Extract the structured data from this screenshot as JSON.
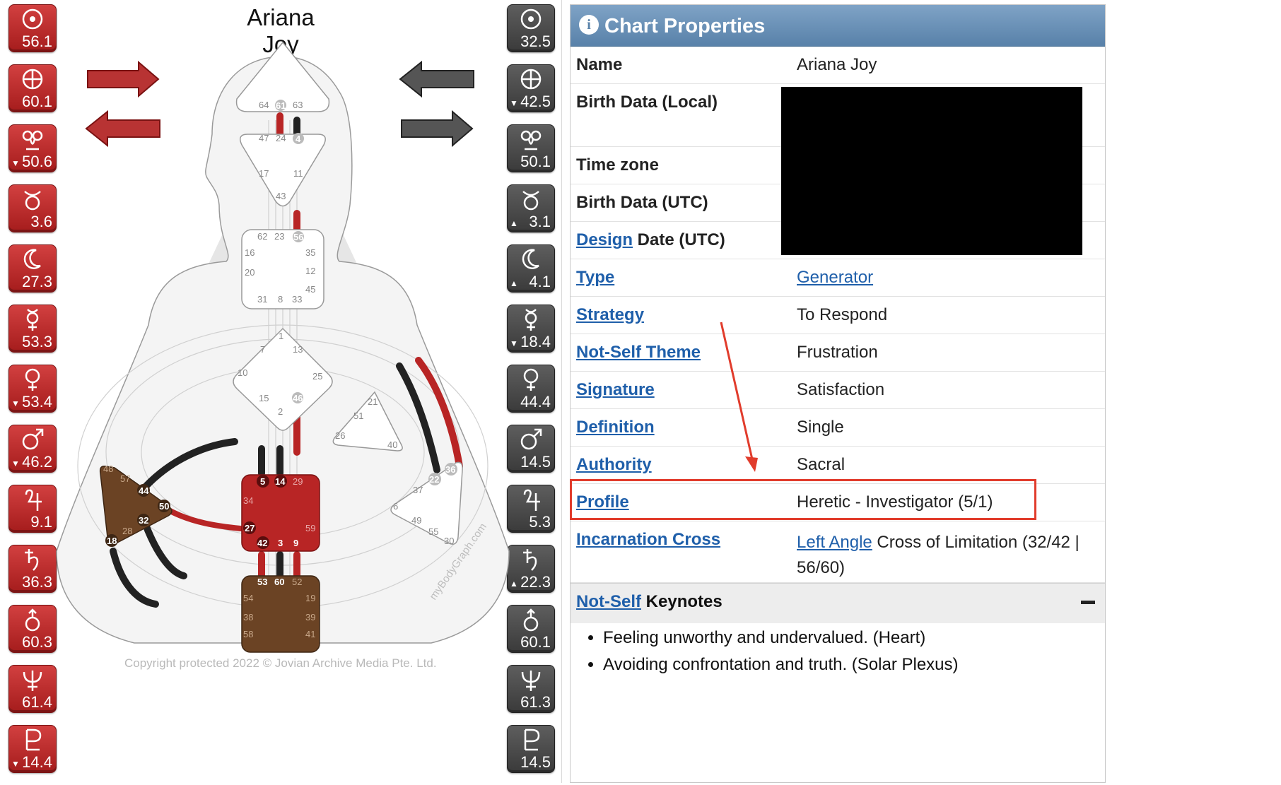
{
  "chart": {
    "title": "Ariana Joy",
    "copyright": "Copyright protected 2022 © Jovian Archive Media Pte. Ltd.",
    "watermark": "myBodyGraph.com"
  },
  "personality_planets": [
    {
      "icon": "sun-icon",
      "value": "56.1",
      "arrow": ""
    },
    {
      "icon": "earth-icon",
      "value": "60.1",
      "arrow": ""
    },
    {
      "icon": "north-node-icon",
      "value": "50.6",
      "arrow": "▼"
    },
    {
      "icon": "south-node-icon",
      "value": "3.6",
      "arrow": ""
    },
    {
      "icon": "moon-icon",
      "value": "27.3",
      "arrow": ""
    },
    {
      "icon": "mercury-icon",
      "value": "53.3",
      "arrow": ""
    },
    {
      "icon": "venus-icon",
      "value": "53.4",
      "arrow": "▼"
    },
    {
      "icon": "mars-icon",
      "value": "46.2",
      "arrow": "▼"
    },
    {
      "icon": "jupiter-icon",
      "value": "9.1",
      "arrow": ""
    },
    {
      "icon": "saturn-icon",
      "value": "36.3",
      "arrow": ""
    },
    {
      "icon": "uranus-icon",
      "value": "60.3",
      "arrow": ""
    },
    {
      "icon": "neptune-icon",
      "value": "61.4",
      "arrow": ""
    },
    {
      "icon": "pluto-icon",
      "value": "14.4",
      "arrow": "▼"
    }
  ],
  "design_planets": [
    {
      "icon": "sun-icon",
      "value": "32.5",
      "arrow": ""
    },
    {
      "icon": "earth-icon",
      "value": "42.5",
      "arrow": "▼"
    },
    {
      "icon": "north-node-icon",
      "value": "50.1",
      "arrow": ""
    },
    {
      "icon": "south-node-icon",
      "value": "3.1",
      "arrow": "▲"
    },
    {
      "icon": "moon-icon",
      "value": "4.1",
      "arrow": "▲"
    },
    {
      "icon": "mercury-icon",
      "value": "18.4",
      "arrow": "▼"
    },
    {
      "icon": "venus-icon",
      "value": "44.4",
      "arrow": ""
    },
    {
      "icon": "mars-icon",
      "value": "14.5",
      "arrow": ""
    },
    {
      "icon": "jupiter-icon",
      "value": "5.3",
      "arrow": ""
    },
    {
      "icon": "saturn-icon",
      "value": "22.3",
      "arrow": "▲"
    },
    {
      "icon": "uranus-icon",
      "value": "60.1",
      "arrow": ""
    },
    {
      "icon": "neptune-icon",
      "value": "61.3",
      "arrow": ""
    },
    {
      "icon": "pluto-icon",
      "value": "14.5",
      "arrow": ""
    }
  ],
  "colors": {
    "personality": "#b82525",
    "design_dark": "#222222",
    "sacral": "#b82525",
    "root_spleen": "#6b4324",
    "accent_link": "#1f5faa",
    "highlight": "#e13c2c"
  },
  "panel": {
    "title": "Chart Properties",
    "rows": {
      "name": {
        "label": "Name",
        "value": "Ariana Joy"
      },
      "birth_local": {
        "label": "Birth Data (Local)"
      },
      "time_zone": {
        "label": "Time zone"
      },
      "birth_utc": {
        "label": "Birth Data (UTC)"
      },
      "design_date": {
        "label_link": "Design",
        "label_rest": " Date (UTC)"
      },
      "type": {
        "label": "Type",
        "value": "Generator"
      },
      "strategy": {
        "label": "Strategy",
        "value": "To Respond"
      },
      "not_self_theme": {
        "label": "Not-Self Theme",
        "value": "Frustration"
      },
      "signature": {
        "label": "Signature",
        "value": "Satisfaction"
      },
      "definition": {
        "label": "Definition",
        "value": "Single"
      },
      "authority": {
        "label": "Authority",
        "value": "Sacral"
      },
      "profile": {
        "label": "Profile",
        "value": "Heretic - Investigator (5/1)"
      },
      "incarnation_cross": {
        "label": "Incarnation Cross",
        "value_link": "Left Angle",
        "value_rest": " Cross of Limitation (32/42 | 56/60)"
      }
    },
    "keynotes": {
      "label_link": "Not-Self",
      "label_rest": " Keynotes",
      "items": [
        "Feeling unworthy and undervalued. (Heart)",
        "Avoiding confrontation and truth. (Solar Plexus)"
      ]
    }
  },
  "gates": {
    "head": [
      "64",
      "61",
      "63"
    ],
    "ajna": [
      "47",
      "24",
      "4",
      "17",
      "11",
      "43"
    ],
    "throat": [
      "62",
      "23",
      "56",
      "16",
      "35",
      "20",
      "12",
      "45",
      "31",
      "8",
      "33"
    ],
    "g": [
      "1",
      "7",
      "13",
      "10",
      "25",
      "15",
      "46",
      "2"
    ],
    "heart": [
      "21",
      "51",
      "26",
      "40"
    ],
    "sacral": [
      "5",
      "14",
      "29",
      "34",
      "27",
      "59",
      "42",
      "3",
      "9"
    ],
    "root": [
      "53",
      "60",
      "52",
      "54",
      "19",
      "38",
      "39",
      "58",
      "41"
    ],
    "spleen": [
      "48",
      "57",
      "44",
      "50",
      "32",
      "28",
      "18"
    ],
    "solar": [
      "36",
      "22",
      "37",
      "6",
      "49",
      "55",
      "30"
    ]
  }
}
